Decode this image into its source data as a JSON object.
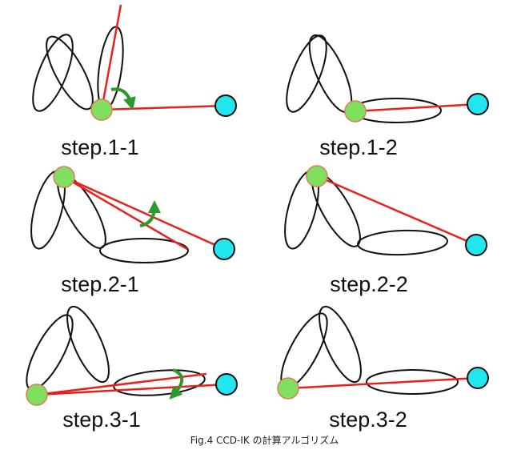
{
  "colors": {
    "line": "#e8211e",
    "arrow": "#2a9a2a",
    "joint_fill": "#7fe060",
    "joint_stroke": "#e07a5a",
    "target_fill": "#22e6ee",
    "outline": "#111111"
  },
  "panels": [
    {
      "label": "step.1-1"
    },
    {
      "label": "step.1-2"
    },
    {
      "label": "step.2-1"
    },
    {
      "label": "step.2-2"
    },
    {
      "label": "step.3-1"
    },
    {
      "label": "step.3-2"
    }
  ],
  "caption": "Fig.4 CCD-IK の計算アルゴリズム"
}
